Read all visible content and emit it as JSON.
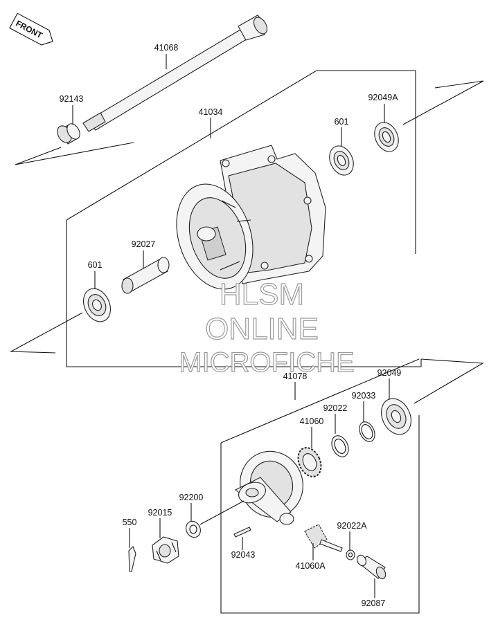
{
  "front_badge": "FRONT",
  "watermark": {
    "line1": "HLSM",
    "line2": "ONLINE",
    "line3": "MICROFICHE"
  },
  "parts": {
    "axle": "41068",
    "collar": "92143",
    "hub": "41034",
    "seal_upper": "92049A",
    "bearing_right": "601",
    "bearing_left": "601",
    "spacer": "92027",
    "gear_housing": "41078",
    "seal_lower": "92049",
    "circlip": "92033",
    "washer_upper": "92022",
    "speedo_gear": "41060",
    "washer_axle": "92200",
    "nut": "92015",
    "cotter_pin": "550",
    "pin": "92043",
    "pinion": "41060A",
    "washer_small": "92022A",
    "bushing": "92087"
  }
}
